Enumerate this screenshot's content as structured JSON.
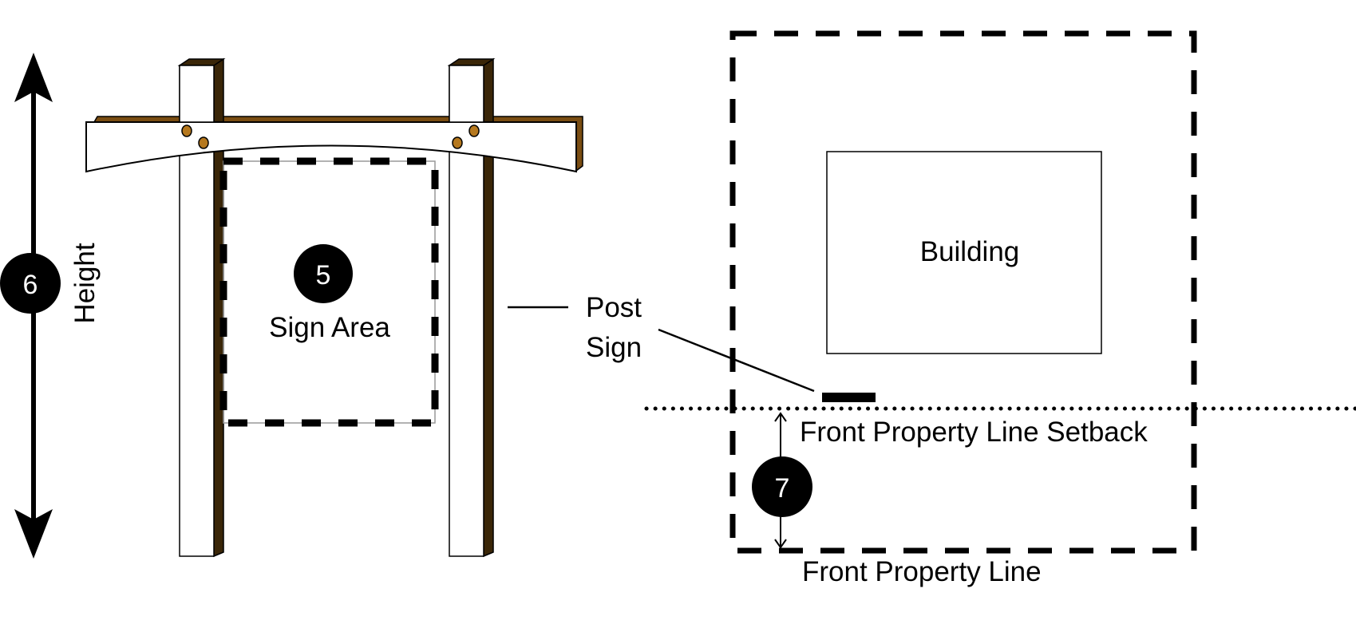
{
  "sign_diagram": {
    "height_label": "Height",
    "height_marker": "6",
    "sign_area_label": "Sign Area",
    "sign_area_marker": "5",
    "post_sign_label_line1": "Post",
    "post_sign_label_line2": "Sign"
  },
  "site_plan": {
    "building_label": "Building",
    "setback_label": "Front Property Line Setback",
    "setback_marker": "7",
    "property_line_label": "Front Property Line"
  },
  "colors": {
    "post_side": "#3a2608",
    "beam_strip": "#7a4d12",
    "bolt": "#b5781e",
    "marker_bg": "#000000"
  }
}
